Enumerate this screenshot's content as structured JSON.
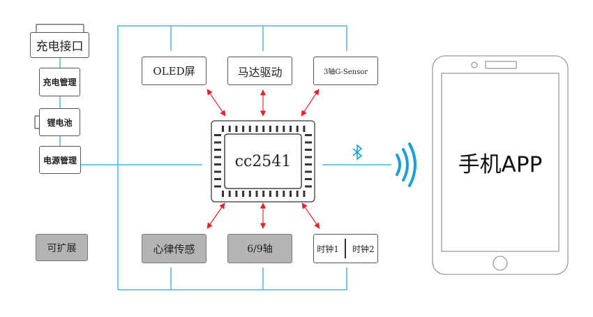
{
  "left_chain": {
    "charging_port": "充电接口",
    "charge_management": "充电管理",
    "lithium_battery": "锂电池",
    "power_management": "电源管理",
    "expandable": "可扩展"
  },
  "top_modules": [
    {
      "label": "OLED屏"
    },
    {
      "label": "马达驱动"
    },
    {
      "label": "3轴G-Sensor"
    }
  ],
  "bottom_modules": [
    {
      "label": "心律传感"
    },
    {
      "label": "6/9轴"
    },
    {
      "label_left": "时钟1",
      "label_right": "时钟2"
    }
  ],
  "chip": {
    "label": "cc2541"
  },
  "wireless": {
    "icon": "bluetooth-icon",
    "signal_icon": "wireless-signal-icon"
  },
  "phone": {
    "label": "手机APP"
  },
  "colors": {
    "bus_line": "#4fb3e8",
    "arrow": "#e8212a",
    "signal": "#1a9ee0",
    "gray_box": "#b4b4b4",
    "phone_outline": "#9a9a9a"
  }
}
